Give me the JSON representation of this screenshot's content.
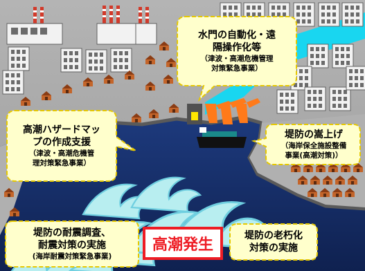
{
  "callouts": {
    "floodgate": {
      "line1": "水門の自動化・遠",
      "line2": "隔操作化等",
      "sub1": "（津波・高潮危機管理",
      "sub2": "対策緊急事業）"
    },
    "hazardmap": {
      "line1": "高潮ハザードマッ",
      "line2": "プの作成支援",
      "sub1": "（津波・高潮危機管",
      "sub2": "理対策緊急事業）"
    },
    "raise": {
      "line1": "堤防の嵩上げ",
      "sub1": "（海岸保全施設整備",
      "sub2": "事業(高潮対策)）"
    },
    "seismic": {
      "line1": "堤防の耐震調査、",
      "line2": "耐震対策の実施",
      "sub1": "(海岸耐震対策緊急事業)"
    },
    "aging": {
      "line1": "堤防の老朽化",
      "line2": "対策の実施"
    }
  },
  "alert": {
    "label": "高潮発生"
  },
  "colors": {
    "callout_fill": "#ffffcc",
    "callout_border": "#e6c800",
    "alert_red": "#ee1c24",
    "sea": "#182f6b",
    "land": "#a8a8a8",
    "river": "#19d6f0",
    "wave": "#a8e8ec"
  }
}
